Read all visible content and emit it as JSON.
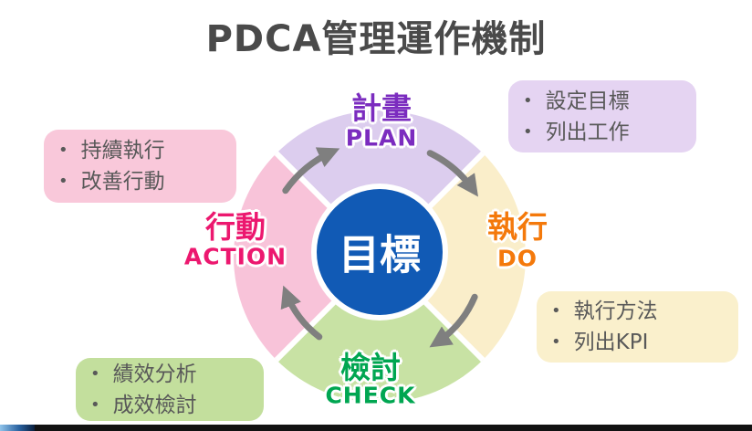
{
  "title": "PDCA管理運作機制",
  "bullet": "•",
  "colors": {
    "title_text": "#4a4a4a",
    "plan_bg": "#dccdee",
    "plan_text": "#7b2cbf",
    "do_bg": "#faeeca",
    "do_text": "#f4790b",
    "check_bg": "#c8e2a4",
    "check_text": "#00a651",
    "action_bg": "#f8c3d9",
    "action_text": "#ec186f",
    "center_bg": "#115ab5",
    "center_text": "#ffffff",
    "arrow": "#7f7f7f",
    "callout_text": "#595959",
    "progress_bar_bg": "#121212",
    "progress_bar_fill": "#2a62a0"
  },
  "wheel": {
    "center_label": "目標",
    "segments": [
      {
        "id": "plan",
        "zh": "計畫",
        "en": "PLAN"
      },
      {
        "id": "do",
        "zh": "執行",
        "en": "DO"
      },
      {
        "id": "check",
        "zh": "檢討",
        "en": "CHECK"
      },
      {
        "id": "action",
        "zh": "行動",
        "en": "ACTION"
      }
    ]
  },
  "callouts": {
    "plan": {
      "items": [
        "設定目標",
        "列出工作"
      ]
    },
    "do": {
      "items": [
        "執行方法",
        "列出KPI"
      ]
    },
    "check": {
      "items": [
        "績效分析",
        "成效檢討"
      ]
    },
    "action": {
      "items": [
        "持續執行",
        "改善行動"
      ]
    }
  }
}
